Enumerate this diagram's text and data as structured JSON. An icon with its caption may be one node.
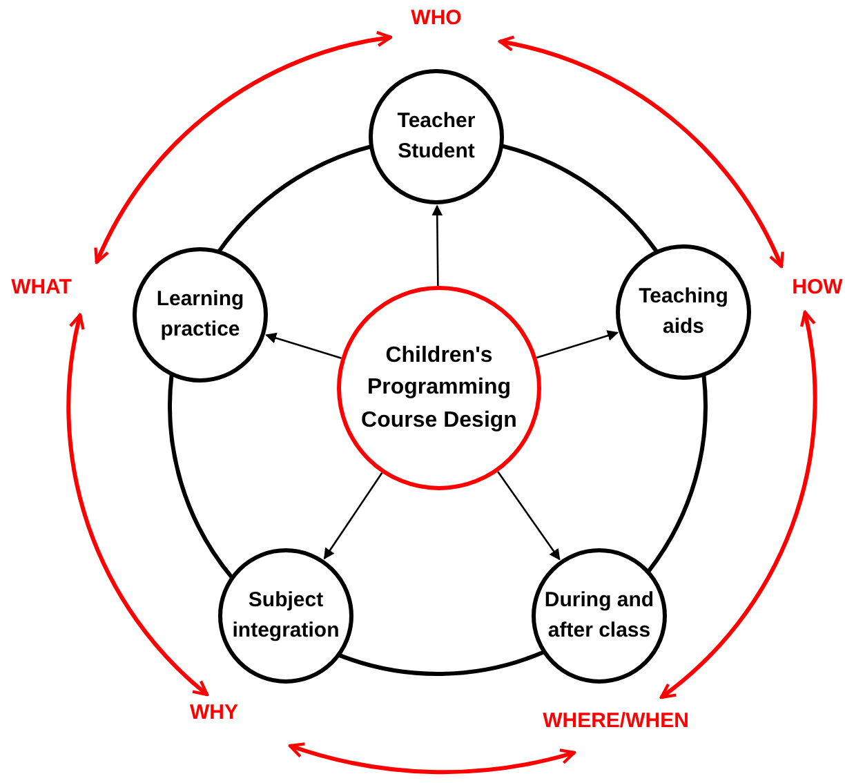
{
  "diagram": {
    "nodes": [
      {
        "text": [
          "Children's Programming Course Design"
        ]
      },
      {
        "text": [
          "Teacher Student"
        ]
      },
      {
        "text": [
          "Teaching aids"
        ]
      },
      {
        "text": [
          "During and after class"
        ]
      },
      {
        "text": [
          "Subject integration"
        ]
      },
      {
        "text": [
          "Learning practice"
        ]
      },
      {
        "text": [
          "WHO"
        ]
      },
      {
        "text": [
          "HOW"
        ]
      },
      {
        "text": [
          "WHERE/WHEN"
        ]
      },
      {
        "text": [
          "WHY"
        ]
      },
      {
        "text": [
          "WHAT"
        ]
      }
    ],
    "edges": [
      {
        "from": 0,
        "to": 1,
        "arrow": "to"
      },
      {
        "from": 0,
        "to": 2,
        "arrow": "to"
      },
      {
        "from": 0,
        "to": 3,
        "arrow": "to"
      },
      {
        "from": 0,
        "to": 4,
        "arrow": "to"
      },
      {
        "from": 0,
        "to": 5,
        "arrow": "to"
      },
      {
        "from": 1,
        "to": 2,
        "arrow": "none"
      },
      {
        "from": 2,
        "to": 3,
        "arrow": "none"
      },
      {
        "from": 3,
        "to": 4,
        "arrow": "none"
      },
      {
        "from": 4,
        "to": 5,
        "arrow": "none"
      },
      {
        "from": 5,
        "to": 1,
        "arrow": "none"
      },
      {
        "from": 6,
        "to": 7,
        "arrow": "both",
        "color": "#ff0000"
      },
      {
        "from": 7,
        "to": 8,
        "arrow": "both",
        "color": "#ff0000"
      },
      {
        "from": 8,
        "to": 9,
        "arrow": "both",
        "color": "#ff0000"
      },
      {
        "from": 9,
        "to": 10,
        "arrow": "both",
        "color": "#ff0000"
      },
      {
        "from": 10,
        "to": 6,
        "arrow": "both",
        "color": "#ff0000"
      }
    ]
  }
}
